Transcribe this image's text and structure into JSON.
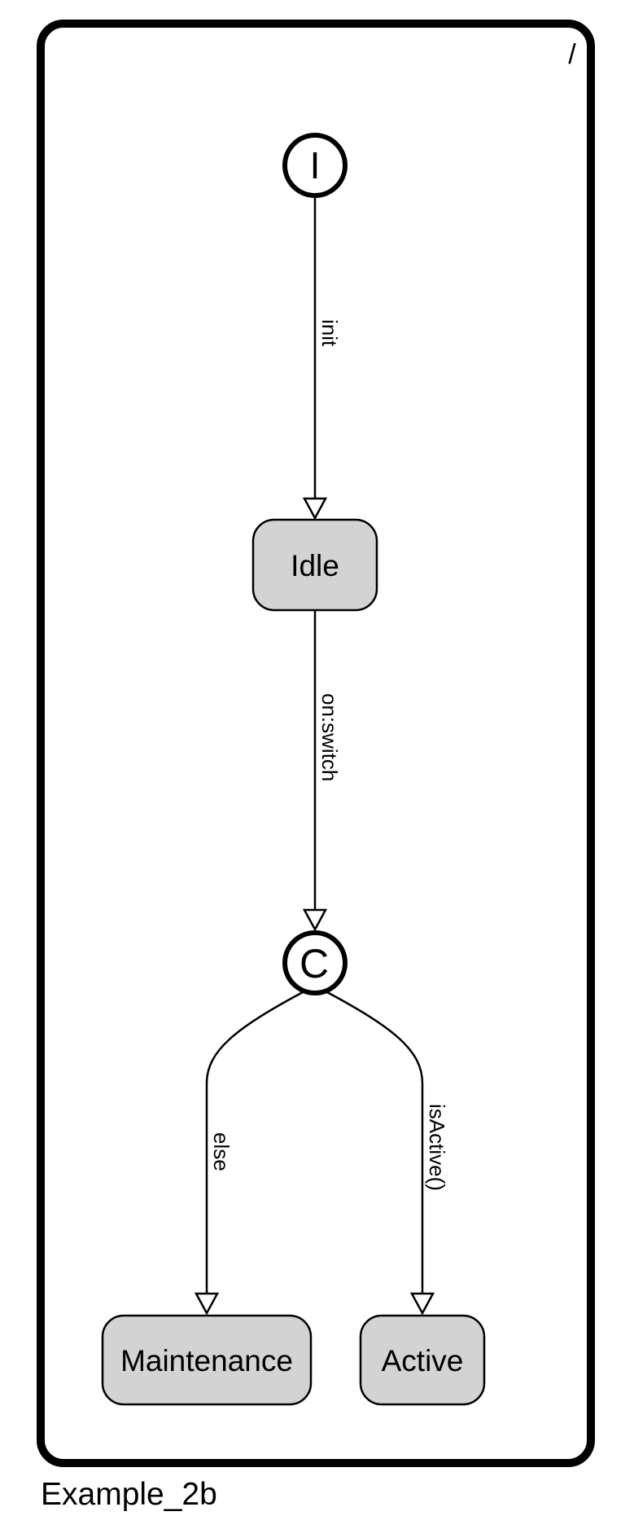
{
  "diagram": {
    "region_label": "/",
    "caption": "Example_2b",
    "initial_glyph": "I",
    "choice_glyph": "C",
    "states": {
      "idle": "Idle",
      "maintenance": "Maintenance",
      "active": "Active"
    },
    "transitions": {
      "init": "init",
      "on_switch": "on:switch",
      "else": "else",
      "is_active": "isActive()"
    },
    "colors": {
      "state_fill": "#d3d3d3",
      "stroke": "#000000",
      "background": "#ffffff"
    }
  }
}
